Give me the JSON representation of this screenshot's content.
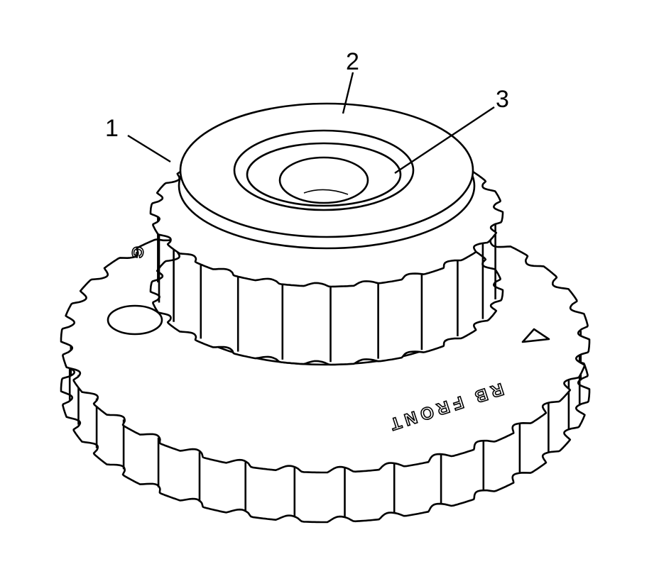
{
  "callouts": [
    {
      "number": "1",
      "part": "small-sprocket"
    },
    {
      "number": "2",
      "part": "hub"
    },
    {
      "number": "3",
      "part": "center-bore"
    }
  ],
  "etched_text": {
    "front_mark": "RB FRONT",
    "partial_mark": "G"
  },
  "colors": {
    "line": "#000000",
    "background": "#ffffff"
  }
}
